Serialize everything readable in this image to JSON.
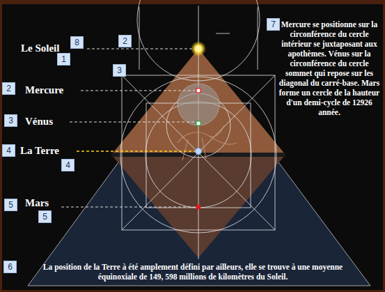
{
  "diagram": {
    "labels": [
      "Le Soleil",
      "8",
      "1",
      "2",
      "3",
      "2",
      "Mercure",
      "3",
      "Vénus",
      "4",
      "La Terre",
      "4",
      "5",
      "Mars",
      "5",
      "7",
      "Mercure se positionne sur la circonférence du cercle intérieur se juxtaposant aux apothèmes. Vénus sur la circonférence du cercle sommet qui repose sur les diagonal du carré-base. Mars forme un cercle de la hauteur d'un demi-cycle de 12926 année.",
      "6",
      "La position de la Terre à été amplement défini par ailleurs, elle se trouve à une moyenne équinoxiale de 149, 598 millions de kilomètres du Soleil."
    ]
  }
}
